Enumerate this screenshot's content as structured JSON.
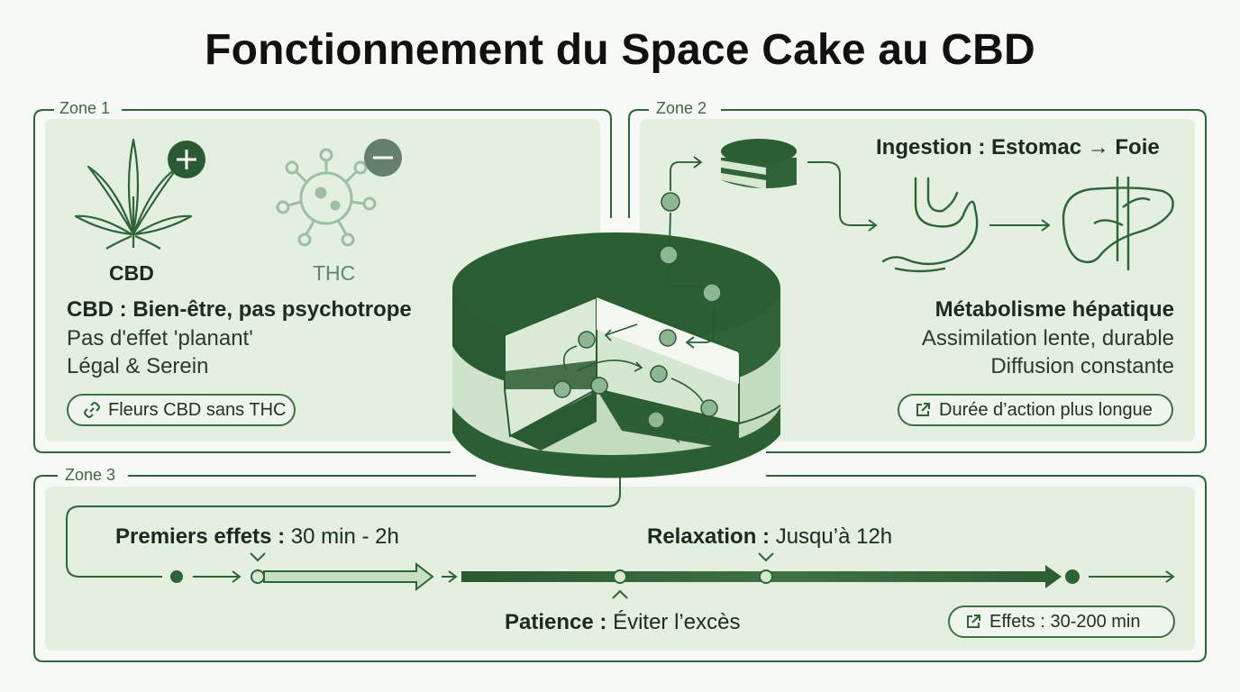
{
  "title": "Fonctionnement du Space Cake au CBD",
  "zone1": {
    "label": "Zone 1",
    "cbd_label": "CBD",
    "thc_label": "THC",
    "heading": "CBD : Bien-être, pas psychotrope",
    "line1": "Pas d'effet 'planant'",
    "line2": "Légal & Serein",
    "link": "Fleurs CBD sans THC"
  },
  "zone2": {
    "label": "Zone 2",
    "heading": "Ingestion : Estomac → Foie",
    "sub_heading": "Métabolisme hépatique",
    "line1": "Assimilation lente, durable",
    "line2": "Diffusion constante",
    "link": "Durée d’action plus longue"
  },
  "zone3": {
    "label": "Zone 3",
    "first_effects_bold": "Premiers effets :",
    "first_effects_value": "30 min - 2h",
    "relaxation_bold": "Relaxation :",
    "relaxation_value": "Jusqu’à 12h",
    "patience_bold": "Patience :",
    "patience_value": "Éviter l’excès",
    "link": "Effets : 30-200 min"
  },
  "colors": {
    "dark_green": "#2c5e34",
    "mid_green": "#4f8556",
    "panel_fill": "#e3efdf",
    "border": "#2f6338"
  },
  "icons": [
    "cannabis-leaf-icon",
    "plus-icon",
    "thc-molecule-icon",
    "minus-icon",
    "cake-slice-icon",
    "stomach-icon",
    "liver-icon",
    "link-icon",
    "external-link-icon",
    "cbd-molecule-icon"
  ]
}
